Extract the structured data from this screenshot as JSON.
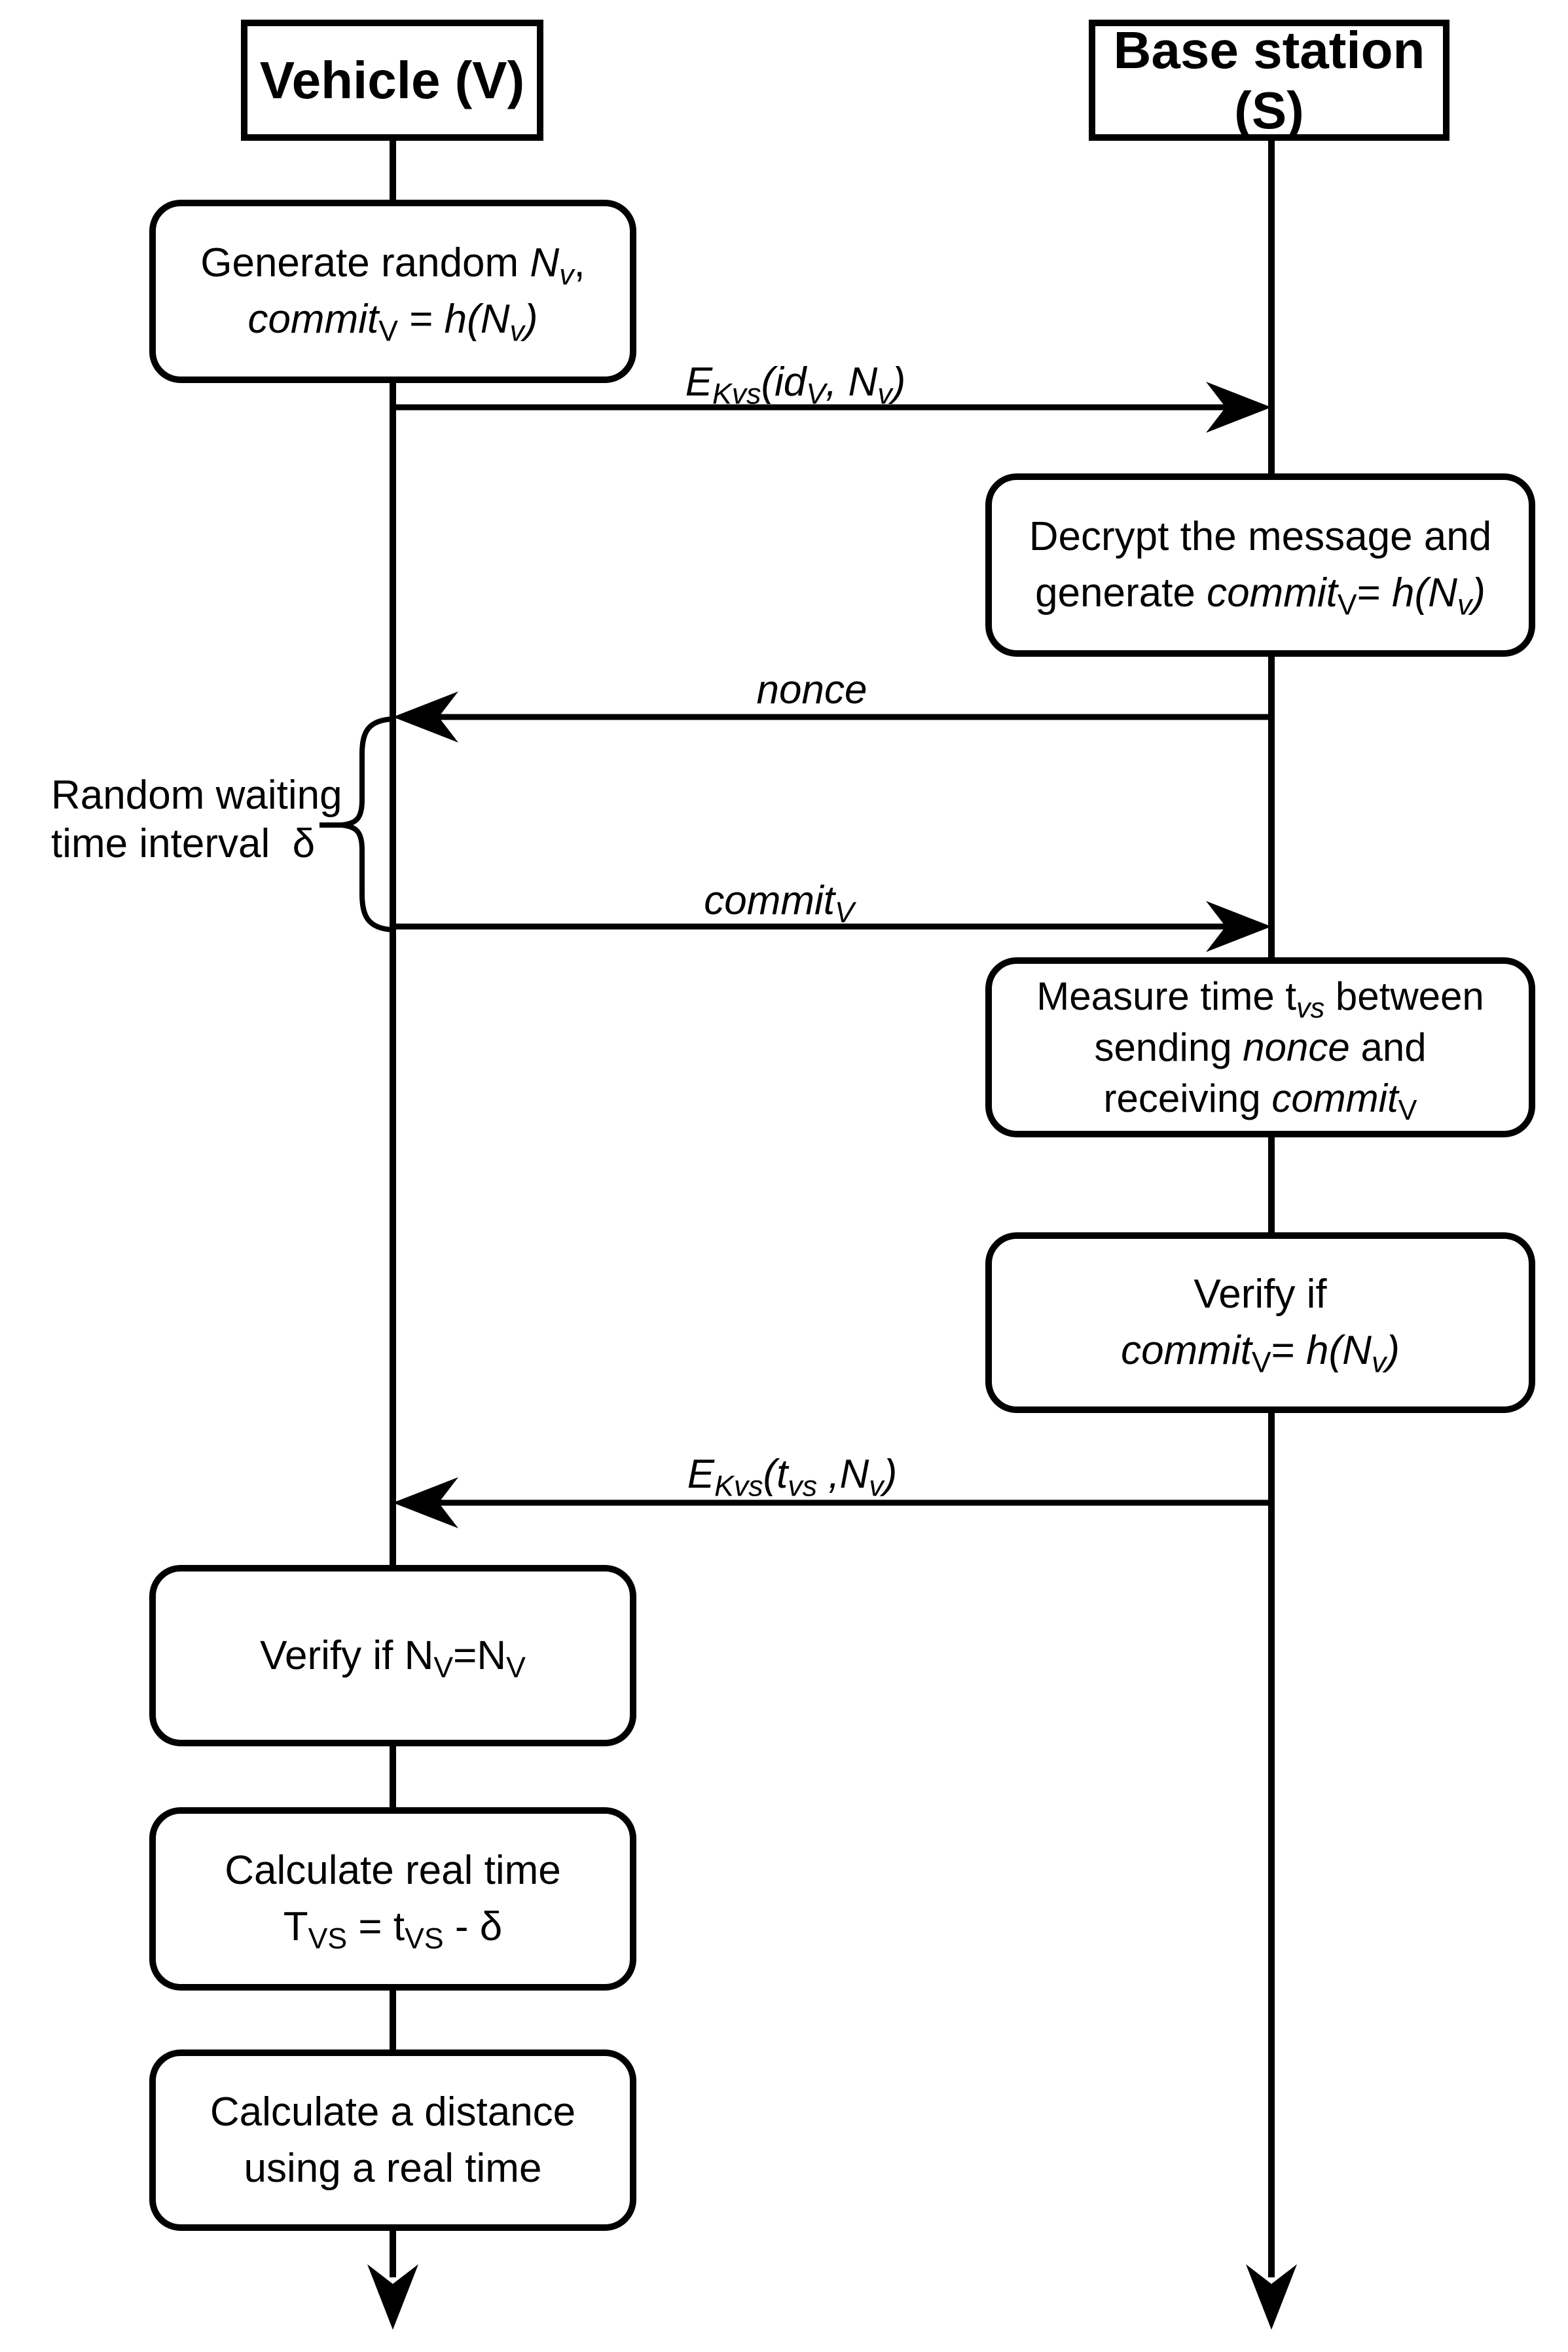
{
  "colors": {
    "background": "#ffffff",
    "stroke": "#000000",
    "text": "#000000"
  },
  "actors": {
    "vehicle": {
      "title": "Vehicle (V)"
    },
    "base": {
      "title": "Base station (S)"
    }
  },
  "boxes": {
    "generate": {
      "lines": [
        [
          {
            "t": "Generate random "
          },
          {
            "t": "N",
            "i": true
          },
          {
            "t": "v",
            "i": true,
            "sub": true
          },
          {
            "t": ","
          }
        ],
        [
          {
            "t": "commit",
            "i": true
          },
          {
            "t": "V",
            "sub": true
          },
          {
            "t": " = "
          },
          {
            "t": "h(N",
            "i": true
          },
          {
            "t": "v",
            "i": true,
            "sub": true
          },
          {
            "t": ")",
            "i": true
          }
        ]
      ]
    },
    "decrypt": {
      "lines": [
        [
          {
            "t": "Decrypt the message and"
          }
        ],
        [
          {
            "t": "generate "
          },
          {
            "t": "commit",
            "i": true
          },
          {
            "t": "V",
            "sub": true
          },
          {
            "t": "= "
          },
          {
            "t": "h(N",
            "i": true
          },
          {
            "t": "v",
            "i": true,
            "sub": true
          },
          {
            "t": ")",
            "i": true
          }
        ]
      ]
    },
    "measure": {
      "lines": [
        [
          {
            "t": "Measure time t"
          },
          {
            "t": "vs",
            "i": true,
            "sub": true
          },
          {
            "t": " between"
          }
        ],
        [
          {
            "t": "sending "
          },
          {
            "t": "nonce",
            "i": true
          },
          {
            "t": " and"
          }
        ],
        [
          {
            "t": "receiving "
          },
          {
            "t": "commit",
            "i": true
          },
          {
            "t": "V",
            "sub": true
          }
        ]
      ]
    },
    "verify_commit": {
      "lines": [
        [
          {
            "t": "Verify if"
          }
        ],
        [
          {
            "t": "commit",
            "i": true
          },
          {
            "t": "V",
            "sub": true
          },
          {
            "t": "= "
          },
          {
            "t": "h(N",
            "i": true
          },
          {
            "t": "v",
            "i": true,
            "sub": true
          },
          {
            "t": ")",
            "i": true
          }
        ]
      ]
    },
    "verify_nonce": {
      "lines": [
        [
          {
            "t": "Verify if N"
          },
          {
            "t": "V",
            "sub": true
          },
          {
            "t": "=N"
          },
          {
            "t": "V",
            "sub": true
          }
        ]
      ]
    },
    "calc_time": {
      "lines": [
        [
          {
            "t": "Calculate real time"
          }
        ],
        [
          {
            "t": "T"
          },
          {
            "t": "VS",
            "sub": true
          },
          {
            "t": " = t"
          },
          {
            "t": "VS",
            "sub": true
          },
          {
            "t": " - δ"
          }
        ]
      ]
    },
    "calc_distance": {
      "lines": [
        [
          {
            "t": "Calculate a distance"
          }
        ],
        [
          {
            "t": "using a real time"
          }
        ]
      ]
    }
  },
  "messages": {
    "m1": {
      "direction": "vehicle-to-base",
      "label": [
        {
          "t": "E",
          "i": true
        },
        {
          "t": "Kvs",
          "i": true,
          "sub": true
        },
        {
          "t": "(id",
          "i": true
        },
        {
          "t": "V",
          "sub": true
        },
        {
          "t": ", N",
          "i": true
        },
        {
          "t": "v",
          "i": true,
          "sub": true
        },
        {
          "t": ")",
          "i": true
        }
      ]
    },
    "m2": {
      "direction": "base-to-vehicle",
      "label": [
        {
          "t": "nonce",
          "i": true
        }
      ]
    },
    "m3": {
      "direction": "vehicle-to-base",
      "label": [
        {
          "t": "commit",
          "i": true
        },
        {
          "t": "V",
          "sub": true
        }
      ]
    },
    "m4": {
      "direction": "base-to-vehicle",
      "label": [
        {
          "t": "E",
          "i": true
        },
        {
          "t": "Kvs",
          "i": true,
          "sub": true
        },
        {
          "t": "(t",
          "i": true
        },
        {
          "t": "vs",
          "i": true,
          "sub": true
        },
        {
          "t": " ,N",
          "i": true
        },
        {
          "t": "v",
          "i": true,
          "sub": true
        },
        {
          "t": ")",
          "i": true
        }
      ]
    }
  },
  "annotations": {
    "waiting": {
      "lines": [
        [
          {
            "t": "Random waiting"
          }
        ],
        [
          {
            "t": "time interval  δ"
          }
        ]
      ]
    }
  }
}
